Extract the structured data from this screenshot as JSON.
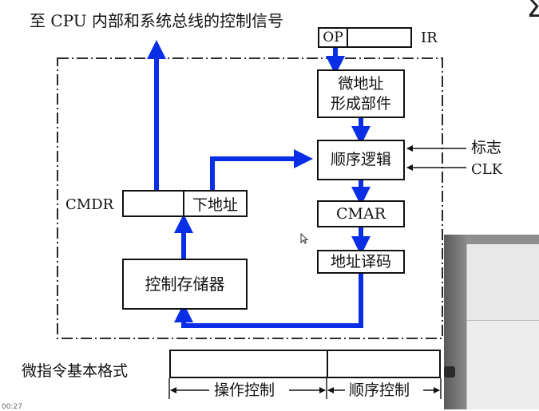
{
  "slide": {
    "top_caption": "至 CPU 内部和系统总线的控制信号",
    "ir": {
      "op_label": "OP",
      "register_label": "IR"
    },
    "blocks": {
      "address_former": [
        "微地址",
        "形成部件"
      ],
      "sequence_logic": "顺序逻辑",
      "cmar": "CMAR",
      "address_decoder": "地址译码",
      "control_store": "控制存储器"
    },
    "cmdr": {
      "label": "CMDR",
      "next_address": "下地址"
    },
    "side_inputs": {
      "flags": "标志",
      "clock": "CLK"
    },
    "microinstruction_format": {
      "label": "微指令基本格式",
      "fields": [
        "操作控制",
        "顺序控制"
      ]
    },
    "corner_glyph": "Σ",
    "timestamp": "00:27"
  },
  "colors": {
    "bus_arrow": "#0a2ee6",
    "line": "#111111"
  }
}
